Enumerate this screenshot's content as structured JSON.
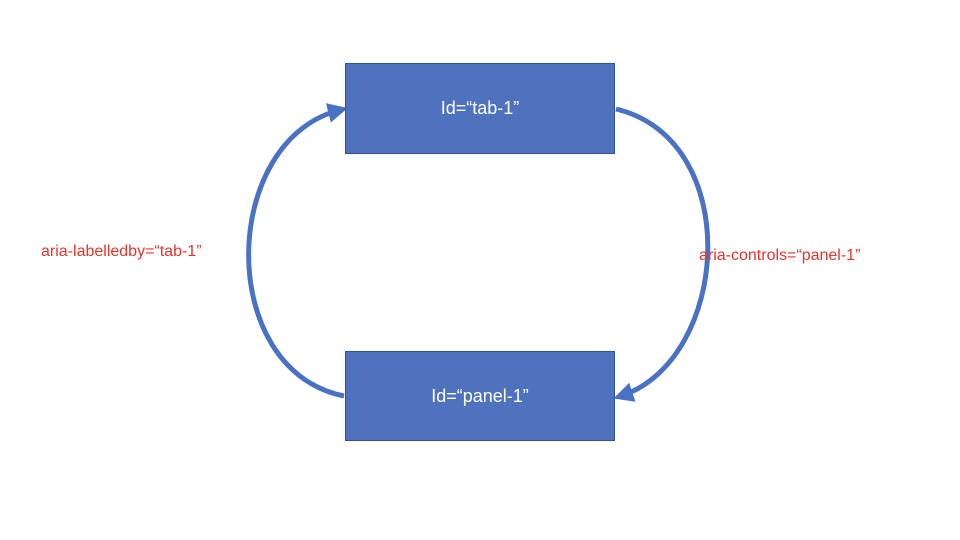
{
  "colors": {
    "box_fill": "#4f72bf",
    "box_text": "#ffffff",
    "arrow": "#4a72c4",
    "label_text": "#e8332a"
  },
  "nodes": {
    "tab": {
      "label": "Id=“tab-1”"
    },
    "panel": {
      "label": "Id=“panel-1”"
    }
  },
  "edges": {
    "controls": {
      "label": "aria-controls=“panel-1”",
      "from": "tab",
      "to": "panel"
    },
    "labelledby": {
      "label": "aria-labelledby=“tab-1”",
      "from": "panel",
      "to": "tab"
    }
  }
}
